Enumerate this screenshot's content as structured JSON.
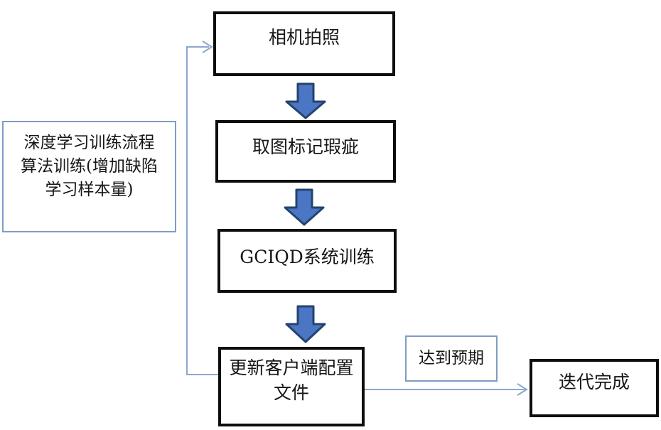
{
  "flowchart": {
    "nodes": {
      "camera": {
        "label": "相机拍照"
      },
      "mark_defects": {
        "label": "取图标记瑕疵"
      },
      "system_training": {
        "label": "GCIQD系统训练"
      },
      "update_config": {
        "line1": "更新客户端配置",
        "line2": "文件"
      },
      "iteration_done": {
        "label": "迭代完成"
      }
    },
    "annotations": {
      "process_note": {
        "line1": "深度学习训练流程",
        "line2": "算法训练(增加缺陷",
        "line3": "学习样本量)"
      },
      "expectation": {
        "label": "达到预期"
      }
    },
    "colors": {
      "block_arrow_fill": "#4a76c4",
      "block_arrow_stroke": "#24436e",
      "connector": "#8ca6cf",
      "box_border_thick": "#0d0d0d",
      "box_border_thin": "#7f9cc4"
    }
  }
}
